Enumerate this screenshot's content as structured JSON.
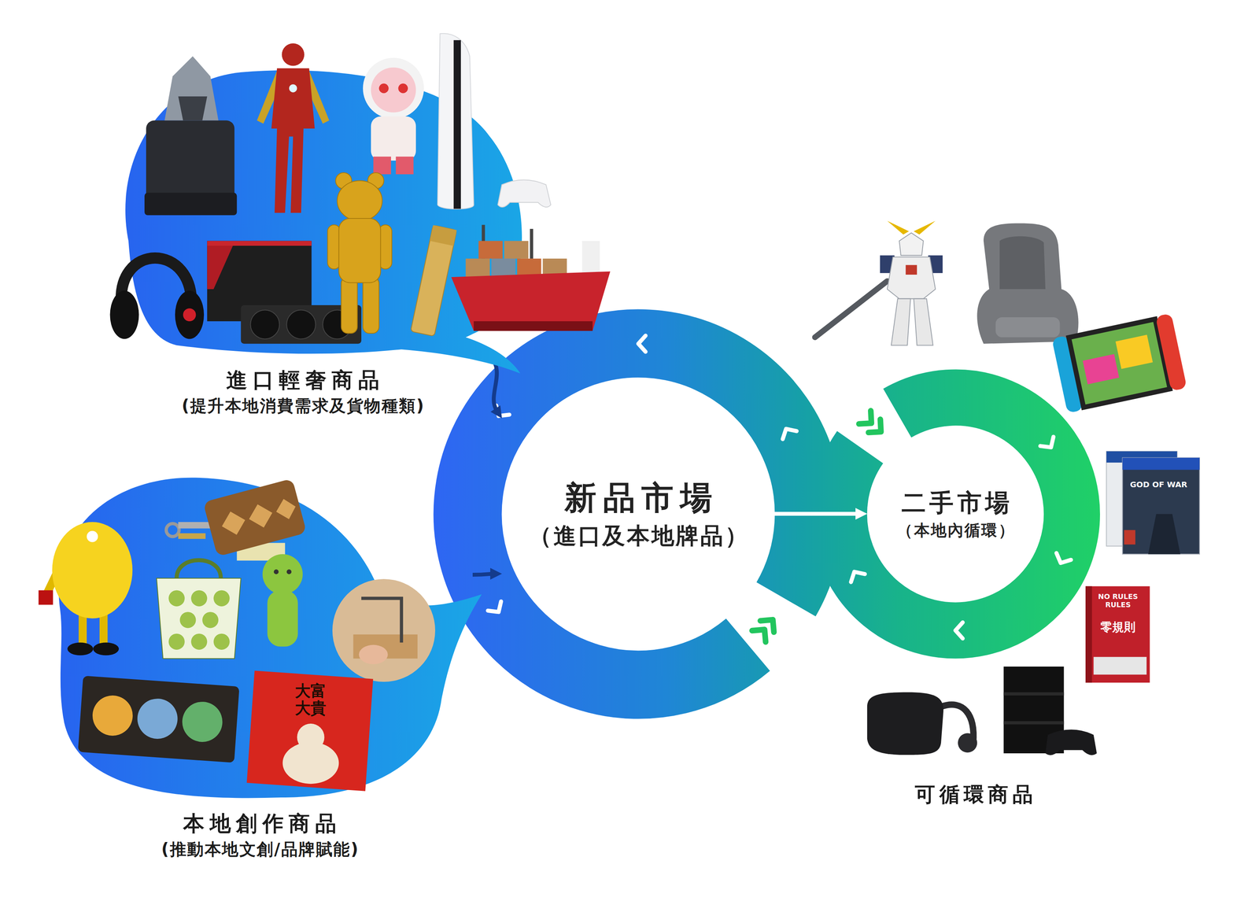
{
  "diagram": {
    "nodes": [
      {
        "text": [
          "進口輕奢商品",
          "(提升本地消費需求及貨物種類)"
        ]
      },
      {
        "text": [
          "本地創作商品",
          "(推動本地文創/品牌賦能)"
        ]
      },
      {
        "text": [
          "新品市場",
          "（進口及本地牌品）"
        ]
      },
      {
        "text": [
          "二手市場",
          "（本地內循環）"
        ]
      }
    ],
    "edges": [
      {
        "from": 0,
        "to": 2,
        "arrow": "to"
      },
      {
        "from": 1,
        "to": 2,
        "arrow": "to"
      },
      {
        "from": 2,
        "to": 3,
        "arrow": "to"
      }
    ],
    "labels": [
      "可循環商品",
      "GOD OF WAR",
      "NO RULES RULES",
      "零規則",
      "大富大貴"
    ]
  }
}
